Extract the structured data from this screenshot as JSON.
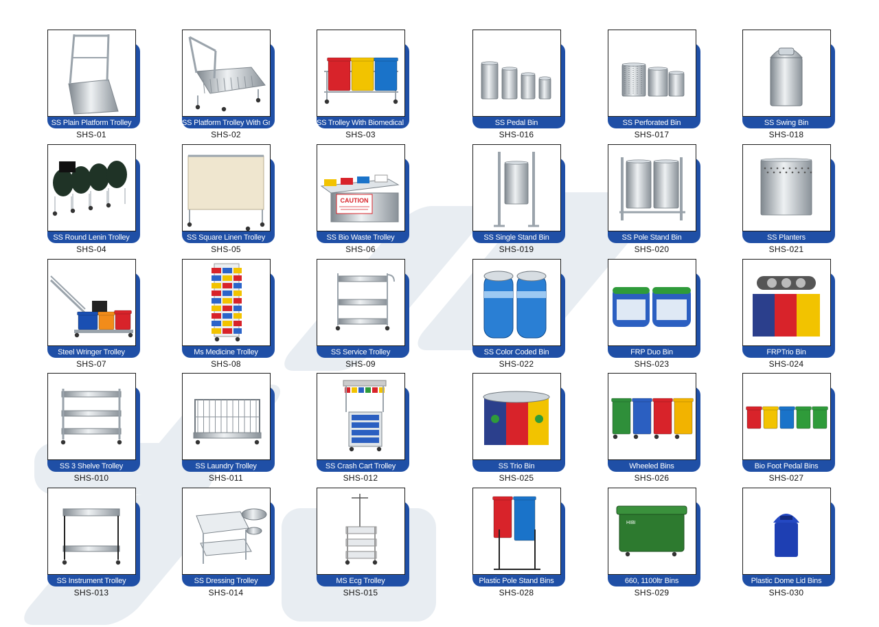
{
  "catalog": {
    "products": [
      {
        "name": "SS Plain Platform Trolley",
        "code": "SHS-01",
        "icon": "platform-trolley-icon",
        "kind": "platform"
      },
      {
        "name": "SS Platform Trolley With Grill",
        "code": "SHS-02",
        "icon": "grill-trolley-icon",
        "kind": "grill"
      },
      {
        "name": "SS Trolley With Biomedical Bin",
        "code": "SHS-03",
        "icon": "biomedical-bin-trolley-icon",
        "kind": "bio3"
      },
      {
        "name": "SS Pedal Bin",
        "code": "SHS-016",
        "icon": "pedal-bin-icon",
        "kind": "pedalbins"
      },
      {
        "name": "SS Perforated Bin",
        "code": "SHS-017",
        "icon": "perforated-bin-icon",
        "kind": "perfbins"
      },
      {
        "name": "SS Swing Bin",
        "code": "SHS-018",
        "icon": "swing-bin-icon",
        "kind": "swing"
      },
      {
        "name": "SS Round Lenin Trolley",
        "code": "SHS-04",
        "icon": "round-linen-trolley-icon",
        "kind": "lenin"
      },
      {
        "name": "SS Square Linen Trolley",
        "code": "SHS-05",
        "icon": "square-linen-trolley-icon",
        "kind": "linen"
      },
      {
        "name": "SS Bio Waste Trolley",
        "code": "SHS-06",
        "icon": "bio-waste-trolley-icon",
        "kind": "biowaste"
      },
      {
        "name": "SS Single Stand Bin",
        "code": "SHS-019",
        "icon": "single-stand-bin-icon",
        "kind": "singlestand"
      },
      {
        "name": "SS Pole Stand Bin",
        "code": "SHS-020",
        "icon": "pole-stand-bin-icon",
        "kind": "polestand"
      },
      {
        "name": "SS Planters",
        "code": "SHS-021",
        "icon": "planter-icon",
        "kind": "planter"
      },
      {
        "name": "Steel Wringer Trolley",
        "code": "SHS-07",
        "icon": "wringer-trolley-icon",
        "kind": "wringer"
      },
      {
        "name": "Ms Medicine Trolley",
        "code": "SHS-08",
        "icon": "medicine-trolley-icon",
        "kind": "medicine"
      },
      {
        "name": "SS Service Trolley",
        "code": "SHS-09",
        "icon": "service-trolley-icon",
        "kind": "service"
      },
      {
        "name": "SS Color Coded Bin",
        "code": "SHS-022",
        "icon": "color-coded-bin-icon",
        "kind": "colorcoded"
      },
      {
        "name": "FRP Duo Bin",
        "code": "SHS-023",
        "icon": "frp-duo-bin-icon",
        "kind": "duo"
      },
      {
        "name": "FRPTrio Bin",
        "code": "SHS-024",
        "icon": "frp-trio-bin-icon",
        "kind": "frptrio"
      },
      {
        "name": "SS 3 Shelve Trolley",
        "code": "SHS-010",
        "icon": "three-shelf-trolley-icon",
        "kind": "shelf3"
      },
      {
        "name": "SS Laundry Trolley",
        "code": "SHS-011",
        "icon": "laundry-trolley-icon",
        "kind": "laundry"
      },
      {
        "name": "SS Crash Cart Trolley",
        "code": "SHS-012",
        "icon": "crash-cart-icon",
        "kind": "crash"
      },
      {
        "name": "SS Trio Bin",
        "code": "SHS-025",
        "icon": "trio-bin-icon",
        "kind": "trio"
      },
      {
        "name": "Wheeled Bins",
        "code": "SHS-026",
        "icon": "wheeled-bins-icon",
        "kind": "wheeled"
      },
      {
        "name": "Bio Foot Pedal Bins",
        "code": "SHS-027",
        "icon": "foot-pedal-bins-icon",
        "kind": "footpedal"
      },
      {
        "name": "SS Instrument Trolley",
        "code": "SHS-013",
        "icon": "instrument-trolley-icon",
        "kind": "instrument"
      },
      {
        "name": "SS Dressing Trolley",
        "code": "SHS-014",
        "icon": "dressing-trolley-icon",
        "kind": "dressing"
      },
      {
        "name": "MS Ecg Trolley",
        "code": "SHS-015",
        "icon": "ecg-trolley-icon",
        "kind": "ecg"
      },
      {
        "name": "Plastic Pole Stand Bins",
        "code": "SHS-028",
        "icon": "plastic-pole-bins-icon",
        "kind": "plasticpole"
      },
      {
        "name": "660, 1100ltr Bins",
        "code": "SHS-029",
        "icon": "large-wheeled-bin-icon",
        "kind": "large"
      },
      {
        "name": "Plastic Dome Lid Bins",
        "code": "SHS-030",
        "icon": "dome-lid-bin-icon",
        "kind": "dome"
      }
    ],
    "caution_text": "CAUTION",
    "bin_text": "HIBI"
  },
  "colors": {
    "accent": "#1f4fa6",
    "background_shape": "#e8edf2",
    "frame_border": "#1a1a1a"
  }
}
